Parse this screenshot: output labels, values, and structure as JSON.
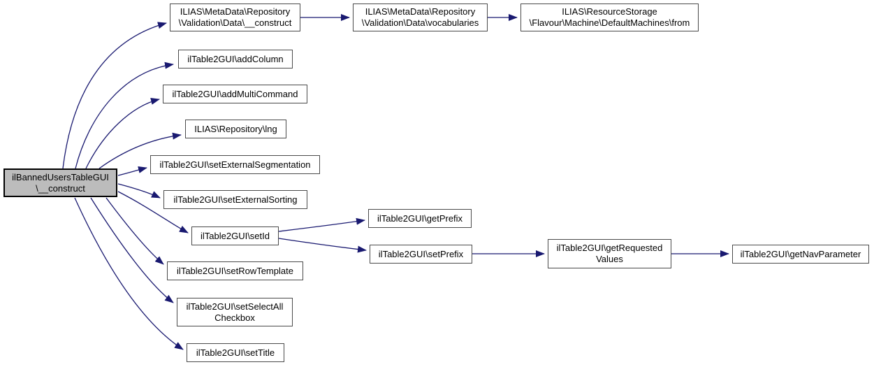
{
  "diagram": {
    "type": "call-graph",
    "root": "ilBannedUsersTableGUI\\__construct",
    "colors": {
      "edge": "#191970",
      "node_border": "#4a4a4a",
      "node_fill": "#ffffff",
      "highlight_fill": "#bcbcbc",
      "highlight_border": "#000000",
      "text": "#000000"
    },
    "nodes": [
      {
        "id": "ilBannedUsersTableGUI-construct",
        "label": "ilBannedUsersTableGUI\n\\__construct",
        "highlighted": true
      },
      {
        "id": "ILIAS-MetaData-Repository-Validation-Data-construct",
        "label": "ILIAS\\MetaData\\Repository\n\\Validation\\Data\\__construct",
        "highlighted": false
      },
      {
        "id": "ilTable2GUI-addColumn",
        "label": "ilTable2GUI\\addColumn",
        "highlighted": false
      },
      {
        "id": "ilTable2GUI-addMultiCommand",
        "label": "ilTable2GUI\\addMultiCommand",
        "highlighted": false
      },
      {
        "id": "ILIAS-Repository-lng",
        "label": "ILIAS\\Repository\\lng",
        "highlighted": false
      },
      {
        "id": "ilTable2GUI-setExternalSegmentation",
        "label": "ilTable2GUI\\setExternalSegmentation",
        "highlighted": false
      },
      {
        "id": "ilTable2GUI-setExternalSorting",
        "label": "ilTable2GUI\\setExternalSorting",
        "highlighted": false
      },
      {
        "id": "ilTable2GUI-setId",
        "label": "ilTable2GUI\\setId",
        "highlighted": false
      },
      {
        "id": "ilTable2GUI-setRowTemplate",
        "label": "ilTable2GUI\\setRowTemplate",
        "highlighted": false
      },
      {
        "id": "ilTable2GUI-setSelectAllCheckbox",
        "label": "ilTable2GUI\\setSelectAll\nCheckbox",
        "highlighted": false
      },
      {
        "id": "ilTable2GUI-setTitle",
        "label": "ilTable2GUI\\setTitle",
        "highlighted": false
      },
      {
        "id": "ILIAS-MetaData-Repository-Validation-Data-vocabularies",
        "label": "ILIAS\\MetaData\\Repository\n\\Validation\\Data\\vocabularies",
        "highlighted": false
      },
      {
        "id": "ILIAS-ResourceStorage-Flavour-Machine-DefaultMachines-from",
        "label": "ILIAS\\ResourceStorage\n\\Flavour\\Machine\\DefaultMachines\\from",
        "highlighted": false
      },
      {
        "id": "ilTable2GUI-getPrefix",
        "label": "ilTable2GUI\\getPrefix",
        "highlighted": false
      },
      {
        "id": "ilTable2GUI-setPrefix",
        "label": "ilTable2GUI\\setPrefix",
        "highlighted": false
      },
      {
        "id": "ilTable2GUI-getRequestedValues",
        "label": "ilTable2GUI\\getRequested\nValues",
        "highlighted": false
      },
      {
        "id": "ilTable2GUI-getNavParameter",
        "label": "ilTable2GUI\\getNavParameter",
        "highlighted": false
      }
    ],
    "edges": [
      {
        "from": "ilBannedUsersTableGUI-construct",
        "to": "ILIAS-MetaData-Repository-Validation-Data-construct"
      },
      {
        "from": "ilBannedUsersTableGUI-construct",
        "to": "ilTable2GUI-addColumn"
      },
      {
        "from": "ilBannedUsersTableGUI-construct",
        "to": "ilTable2GUI-addMultiCommand"
      },
      {
        "from": "ilBannedUsersTableGUI-construct",
        "to": "ILIAS-Repository-lng"
      },
      {
        "from": "ilBannedUsersTableGUI-construct",
        "to": "ilTable2GUI-setExternalSegmentation"
      },
      {
        "from": "ilBannedUsersTableGUI-construct",
        "to": "ilTable2GUI-setExternalSorting"
      },
      {
        "from": "ilBannedUsersTableGUI-construct",
        "to": "ilTable2GUI-setId"
      },
      {
        "from": "ilBannedUsersTableGUI-construct",
        "to": "ilTable2GUI-setRowTemplate"
      },
      {
        "from": "ilBannedUsersTableGUI-construct",
        "to": "ilTable2GUI-setSelectAllCheckbox"
      },
      {
        "from": "ilBannedUsersTableGUI-construct",
        "to": "ilTable2GUI-setTitle"
      },
      {
        "from": "ILIAS-MetaData-Repository-Validation-Data-construct",
        "to": "ILIAS-MetaData-Repository-Validation-Data-vocabularies"
      },
      {
        "from": "ILIAS-MetaData-Repository-Validation-Data-vocabularies",
        "to": "ILIAS-ResourceStorage-Flavour-Machine-DefaultMachines-from"
      },
      {
        "from": "ilTable2GUI-setId",
        "to": "ilTable2GUI-getPrefix"
      },
      {
        "from": "ilTable2GUI-setId",
        "to": "ilTable2GUI-setPrefix"
      },
      {
        "from": "ilTable2GUI-setPrefix",
        "to": "ilTable2GUI-getRequestedValues"
      },
      {
        "from": "ilTable2GUI-getRequestedValues",
        "to": "ilTable2GUI-getNavParameter"
      }
    ]
  }
}
